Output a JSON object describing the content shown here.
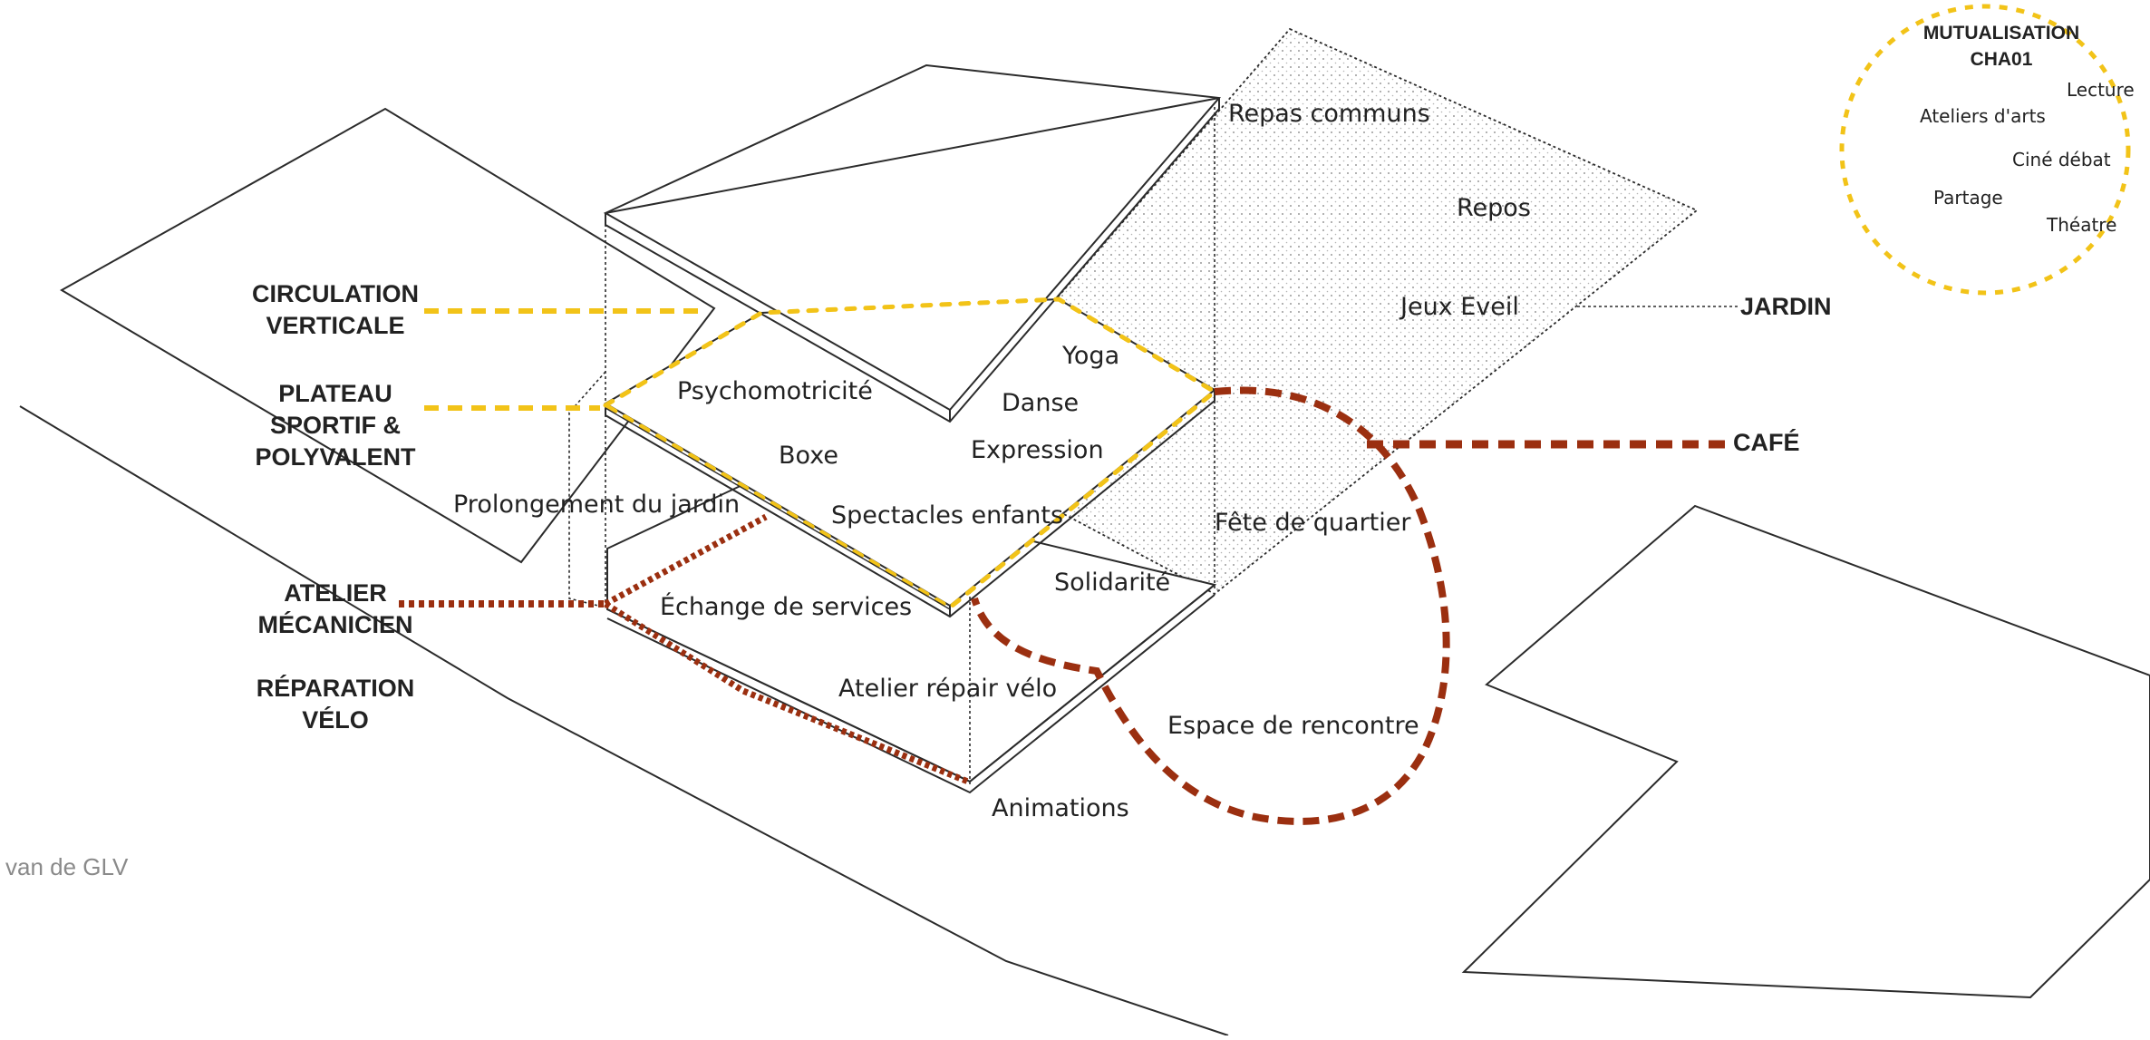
{
  "colors": {
    "line": "#2b2b2b",
    "yellow": "#f2c318",
    "brown": "#9b2f10",
    "stipple": "#9a9a9a"
  },
  "mutualisation": {
    "title_line1": "MUTUALISATION",
    "title_line2": "CHA01",
    "items": [
      "Lecture",
      "Ateliers d'arts",
      "Ciné débat",
      "Partage",
      "Théatre"
    ]
  },
  "left_labels": {
    "circulation_1": "CIRCULATION",
    "circulation_2": "VERTICALE",
    "plateau_1": "PLATEAU",
    "plateau_2": "SPORTIF &",
    "plateau_3": "POLYVALENT",
    "atelier_1": "ATELIER",
    "atelier_2": "MÉCANICIEN",
    "reparation_1": "RÉPARATION",
    "reparation_2": "VÉLO"
  },
  "right_labels": {
    "jardin": "JARDIN",
    "cafe": "CAFÉ"
  },
  "garden": {
    "repas": "Repas communs",
    "repos": "Repos",
    "jeux": "Jeux Eveil",
    "fete": "Fête de quartier"
  },
  "plateau_activities": {
    "psychomotricite": "Psychomotricité",
    "yoga": "Yoga",
    "danse": "Danse",
    "boxe": "Boxe",
    "expression": "Expression",
    "spectacles": "Spectacles enfants"
  },
  "ground_activities": {
    "prolongement": "Prolongement du jardin",
    "echange": "Échange de services",
    "solidarite": "Solidarité",
    "atelier_velo": "Atelier répair vélo",
    "espace": "Espace de rencontre",
    "animations": "Animations"
  },
  "credit": "van de GLV"
}
